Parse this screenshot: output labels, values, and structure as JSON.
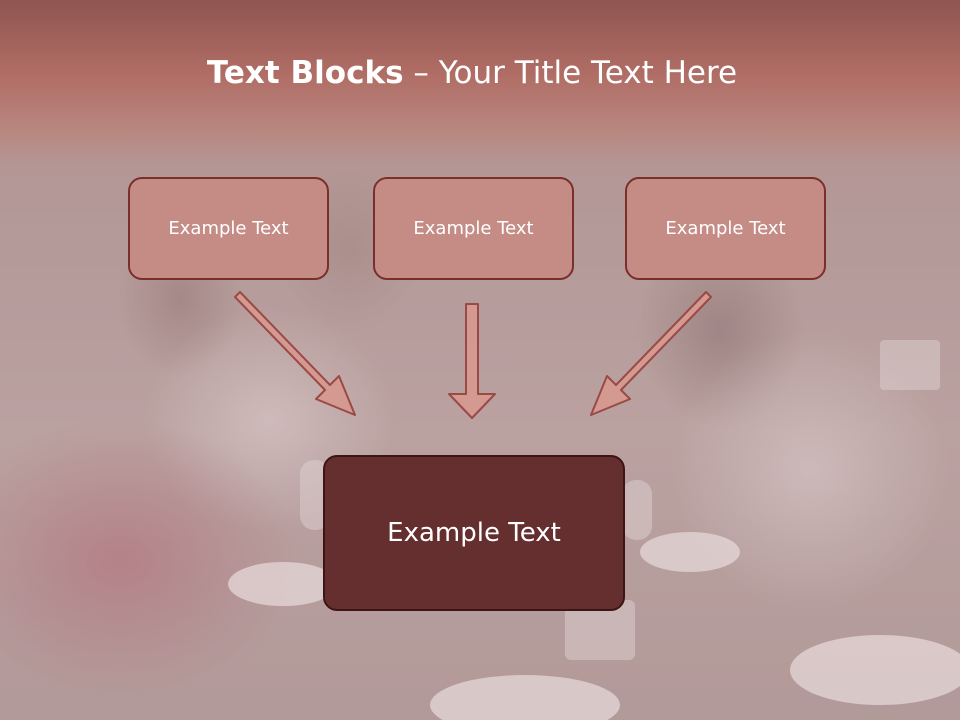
{
  "title": {
    "bold": "Text Blocks",
    "separator": " – ",
    "normal": "Your Title Text Here"
  },
  "blocks": [
    {
      "label": "Example Text"
    },
    {
      "label": "Example Text"
    },
    {
      "label": "Example Text"
    }
  ],
  "main_block": {
    "label": "Example Text"
  },
  "colors": {
    "box_fill": "#c58c85",
    "box_border": "#7a2f2b",
    "main_fill": "#652e2f",
    "arrow_fill": "#d49a92",
    "arrow_stroke": "#9a4a44",
    "title_band": "#b06d65"
  }
}
